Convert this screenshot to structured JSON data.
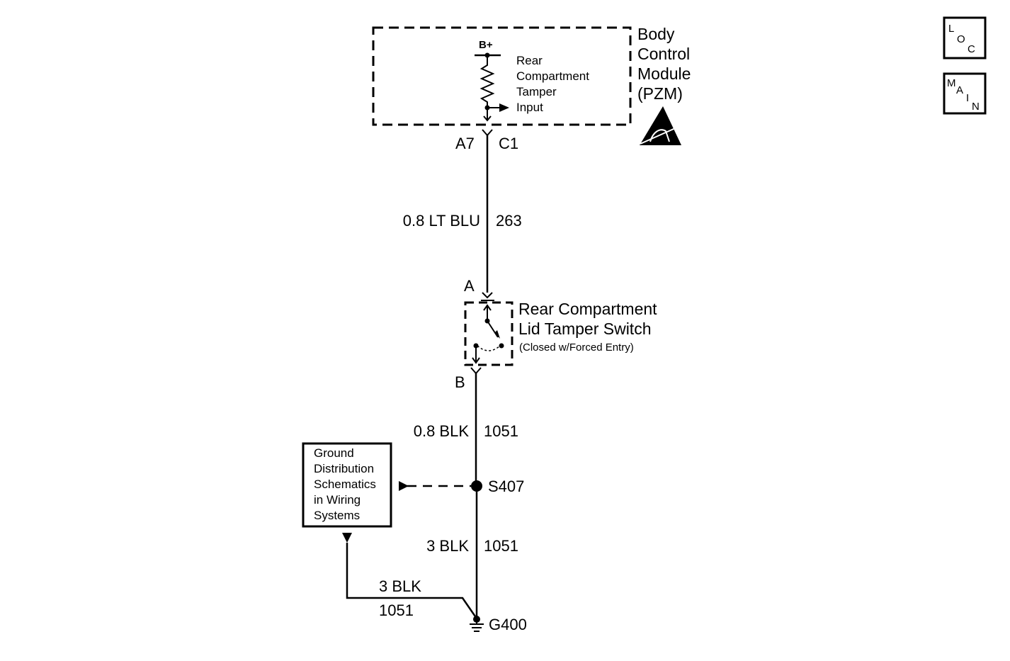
{
  "bcm": {
    "name_lines": [
      "Body",
      "Control",
      "Module",
      "(PZM)"
    ],
    "supply_label": "B+",
    "input_lines": [
      "Rear",
      "Compartment",
      "Tamper",
      "Input"
    ],
    "connector_pin": "A7",
    "connector_id": "C1"
  },
  "wire_upper": {
    "gauge_color": "0.8 LT BLU",
    "circuit": "263"
  },
  "switch": {
    "pin_top": "A",
    "pin_bottom": "B",
    "name_lines": [
      "Rear Compartment",
      "Lid Tamper Switch"
    ],
    "note": "(Closed w/Forced Entry)"
  },
  "wire_middle": {
    "gauge_color": "0.8 BLK",
    "circuit": "1051"
  },
  "splice": {
    "id": "S407"
  },
  "reference_box": {
    "lines": [
      "Ground",
      "Distribution",
      "Schematics",
      "in Wiring",
      "Systems"
    ]
  },
  "wire_lower": {
    "gauge_color": "3 BLK",
    "circuit": "1051"
  },
  "wire_branch": {
    "gauge_color": "3 BLK",
    "circuit": "1051"
  },
  "ground": {
    "id": "G400"
  },
  "nav": {
    "loc": {
      "letters": [
        "L",
        "O",
        "C"
      ]
    },
    "main": {
      "letters": [
        "M",
        "A",
        "I",
        "N"
      ]
    }
  },
  "icons": [
    "esd-warning-icon",
    "ground-icon",
    "splice-dot-icon"
  ]
}
